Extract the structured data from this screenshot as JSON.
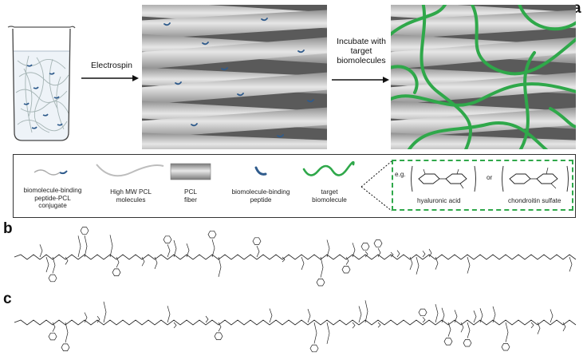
{
  "panels": {
    "a": "a",
    "b": "b",
    "c": "c"
  },
  "steps": {
    "electrospin": "Electrospin",
    "incubate_lines": [
      "Incubate with",
      "target",
      "biomolecules"
    ]
  },
  "legend": {
    "conjugate_lines": [
      "biomolecule-binding",
      "peptide-PCL",
      "conjugate"
    ],
    "pcl_molecules_lines": [
      "High MW PCL",
      "molecules"
    ],
    "pcl_fiber_lines": [
      "PCL",
      "fiber"
    ],
    "peptide": "biomolecule-binding peptide",
    "target_lines": [
      "target",
      "biomolecule"
    ],
    "eg": "e.g.",
    "or": "or",
    "hyaluronic_acid": "hyaluronic acid",
    "chondroitin_sulfate": "chondroitin sulfate"
  },
  "colors": {
    "fiber_gray": "#a9a9a9",
    "peptide_blue": "#2f5b8c",
    "target_green": "#2fa84a",
    "dash_green": "#2fa84a"
  },
  "icons": {
    "beaker": "beaker-icon",
    "arrow": "right-arrow-icon"
  }
}
